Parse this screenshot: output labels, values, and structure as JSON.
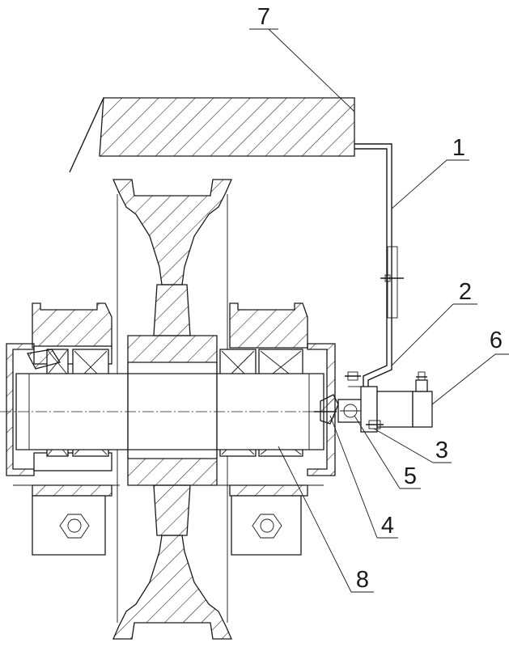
{
  "drawing": {
    "type": "mechanical-section-drawing",
    "line_color": "#1a1a1a",
    "background": "#ffffff",
    "parts": [
      {
        "id": "1",
        "label": "1"
      },
      {
        "id": "2",
        "label": "2"
      },
      {
        "id": "3",
        "label": "3"
      },
      {
        "id": "4",
        "label": "4"
      },
      {
        "id": "5",
        "label": "5"
      },
      {
        "id": "6",
        "label": "6"
      },
      {
        "id": "7",
        "label": "7"
      },
      {
        "id": "8",
        "label": "8"
      }
    ]
  }
}
